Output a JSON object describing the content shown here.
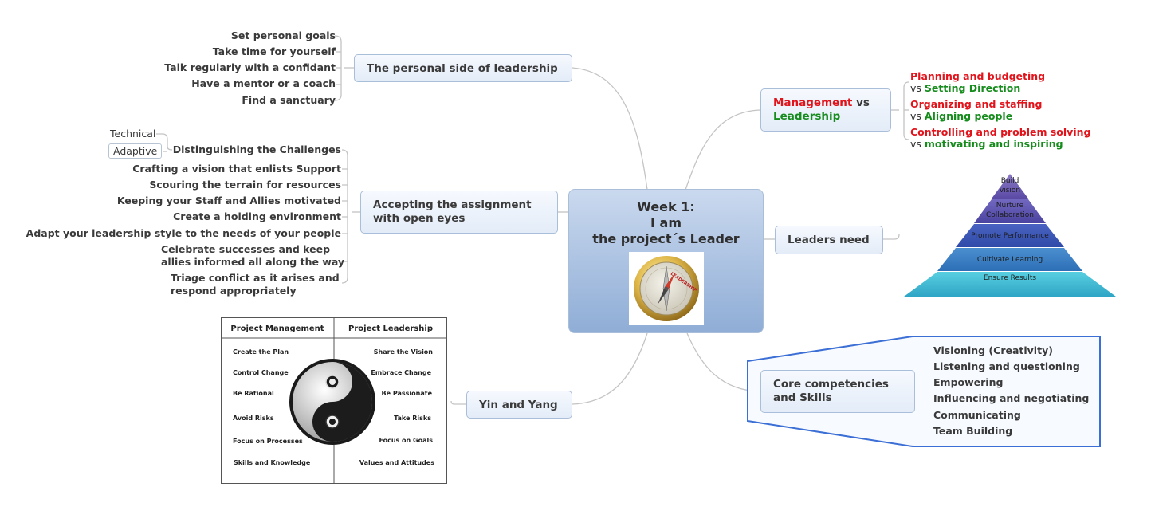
{
  "central": {
    "line1": "Week 1:",
    "line2": "I am",
    "line3": "the project´s Leader",
    "image": "leadership-compass-icon"
  },
  "personal_side": {
    "title": "The personal side of leadership",
    "items": [
      "Set personal goals",
      "Take time for yourself",
      "Talk regularly with a confidant",
      "Have a mentor or a coach",
      "Find a sanctuary"
    ]
  },
  "assignment": {
    "title_line1": "Accepting the assignment",
    "title_line2": "with open eyes",
    "challenge_types": [
      "Technical",
      "Adaptive"
    ],
    "items": [
      "Distinguishing the Challenges",
      "Crafting a vision that enlists Support",
      "Scouring the terrain for resources",
      "Keeping your Staff and Allies motivated",
      "Create a holding environment",
      "Adapt your leadership style to the needs of your people"
    ],
    "celebrate_line1": "Celebrate successes and keep",
    "celebrate_line2": "allies informed all along the way",
    "triage_line1": "Triage conflict as it arises and",
    "triage_line2": "respond appropriately"
  },
  "management": {
    "title_management": "Management",
    "title_vs": " vs",
    "title_leadership": "Leadership",
    "pairs": [
      {
        "management": "Planning and budgeting",
        "vs": "vs ",
        "leadership": "Setting Direction"
      },
      {
        "management": "Organizing and staffing",
        "vs": "vs ",
        "leadership": "Aligning people"
      },
      {
        "management": "Controlling and problem solving",
        "vs": "vs ",
        "leadership": "motivating and inspiring"
      }
    ]
  },
  "leaders_need": {
    "title": "Leaders need",
    "pyramid": [
      "Build vision",
      "Nurture Collaboration",
      "Promote Performance",
      "Cultivate Learning",
      "Ensure Results"
    ],
    "pyramid_line_breaks": [
      [
        "Build",
        "vision"
      ],
      [
        "Nurture",
        "Collaboration"
      ]
    ]
  },
  "core": {
    "title_line1": "Core competencies",
    "title_line2": "and Skills",
    "items": [
      "Visioning (Creativity)",
      "Listening and questioning",
      "Empowering",
      "Influencing and negotiating",
      "Communicating",
      "Team Building"
    ]
  },
  "yin_yang": {
    "title": "Yin and Yang",
    "headers": [
      "Project Management",
      "Project Leadership"
    ],
    "management": [
      "Create the Plan",
      "Control Change",
      "Be Rational",
      "Avoid Risks",
      "Focus on Processes",
      "Skills and Knowledge"
    ],
    "leadership": [
      "Share the Vision",
      "Embrace Change",
      "Be Passionate",
      "Take Risks",
      "Focus on Goals",
      "Values and Attitudes"
    ]
  },
  "colors": {
    "management_red": "#e1141c",
    "leadership_green": "#168c1d",
    "connector": "#c4c4c4",
    "topic_border": "#a9bed8",
    "core_boundary": "#3c6fd6"
  }
}
